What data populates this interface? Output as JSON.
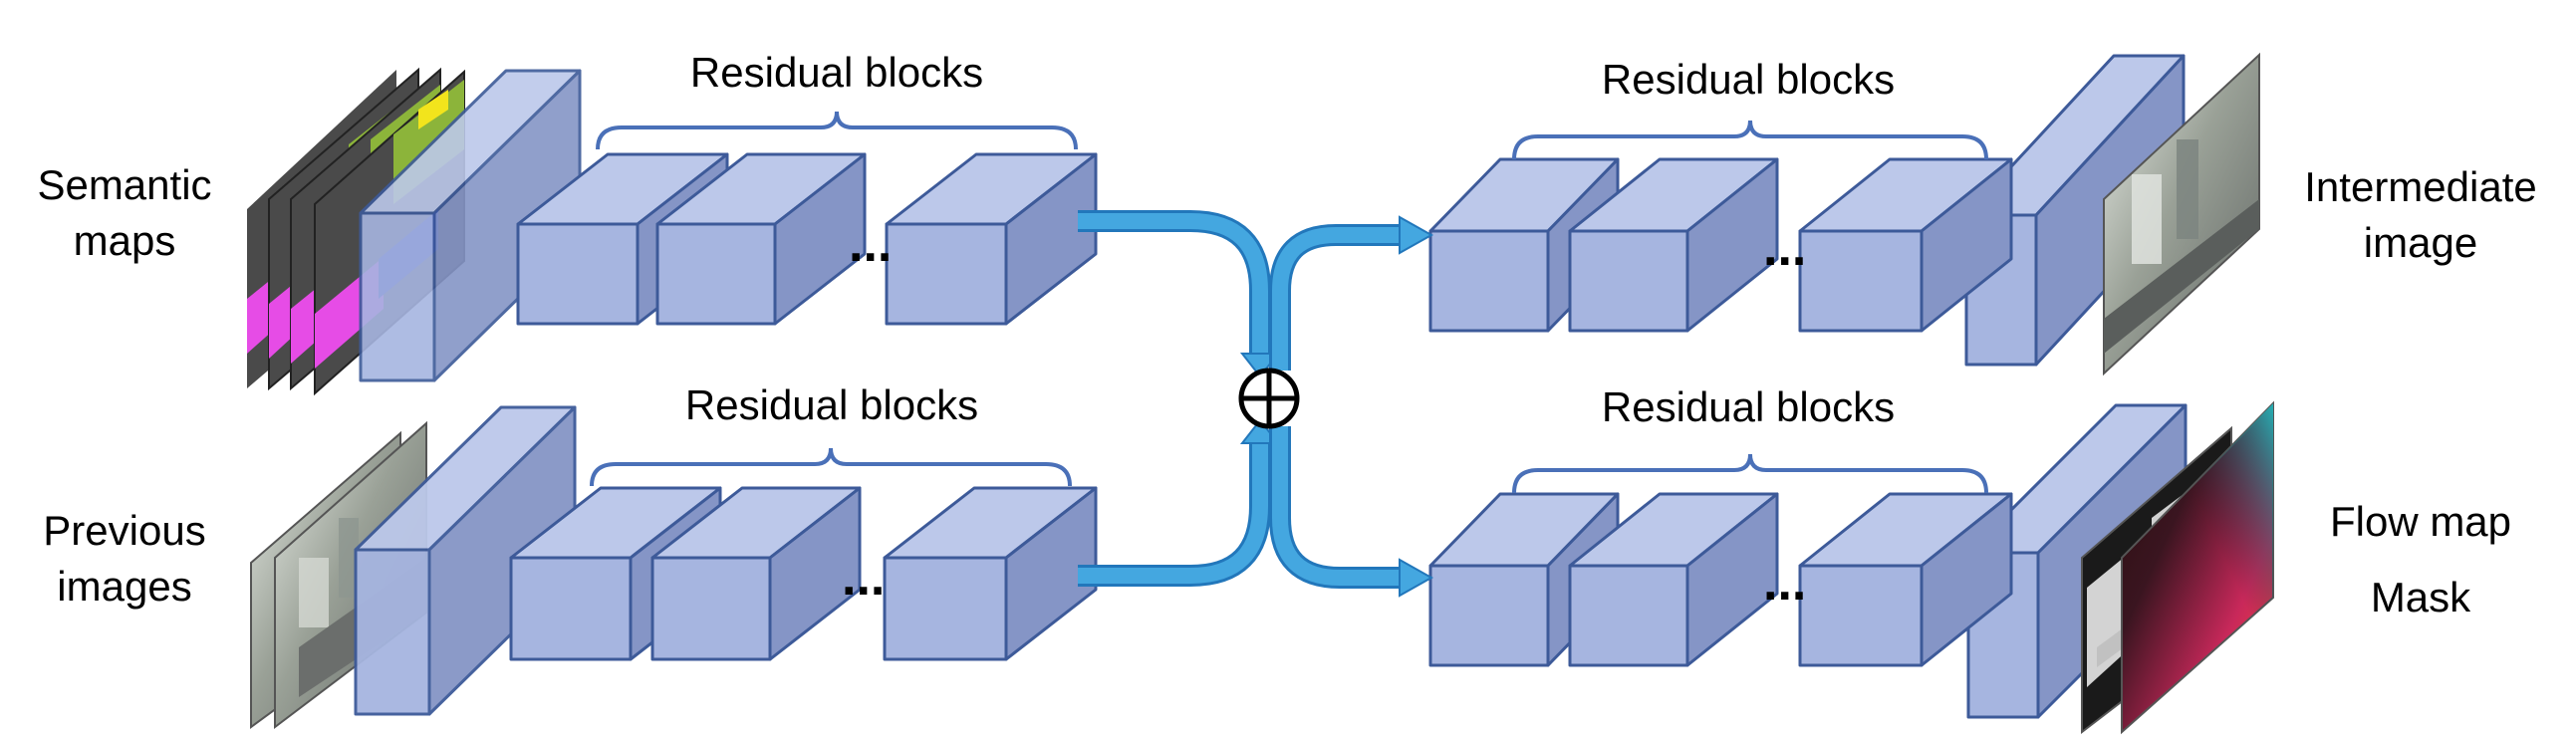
{
  "inputs": {
    "semantic": [
      "Semantic",
      "maps"
    ],
    "previous": [
      "Previous",
      "images"
    ]
  },
  "outputs": {
    "intermediate": [
      "Intermediate",
      "image"
    ],
    "flow": "Flow map",
    "mask": "Mask"
  },
  "residual_labels": {
    "top_left": "Residual blocks",
    "bottom_left": "Residual blocks",
    "top_right": "Residual blocks",
    "bottom_right": "Residual blocks"
  },
  "ellipsis": "...",
  "combine_symbol": "⊕",
  "colors": {
    "block_front": "#a6b5e0",
    "block_top": "#bcc8ea",
    "block_side": "#8595c6",
    "block_stroke": "#3d5a99",
    "brace": "#4a70b8",
    "arrow_fill": "#44a7e0",
    "arrow_stroke": "#2277bb"
  }
}
